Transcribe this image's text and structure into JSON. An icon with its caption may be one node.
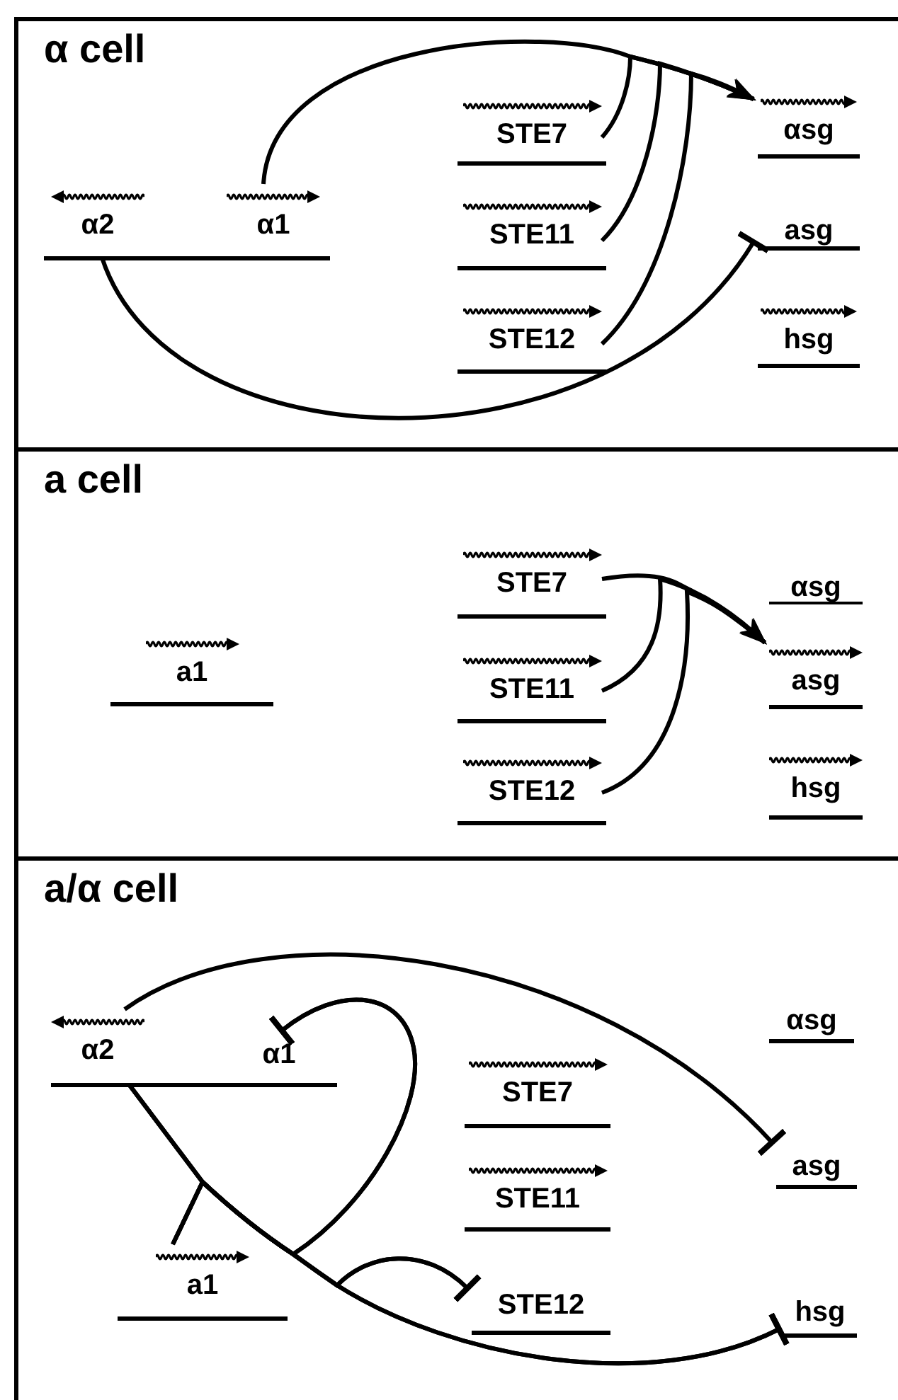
{
  "diagram": {
    "nodes": [
      {
        "text": [
          "α cell"
        ]
      },
      {
        "text": [
          "α2"
        ],
        "in": 0
      },
      {
        "text": [
          "α1"
        ],
        "in": 0
      },
      {
        "text": [
          "STE7"
        ],
        "in": 0
      },
      {
        "text": [
          "STE11"
        ],
        "in": 0
      },
      {
        "text": [
          "STE12"
        ],
        "in": 0
      },
      {
        "text": [
          "αsg"
        ],
        "in": 0
      },
      {
        "text": [
          "asg"
        ],
        "in": 0
      },
      {
        "text": [
          "hsg"
        ],
        "in": 0
      },
      {
        "text": [
          "a cell"
        ]
      },
      {
        "text": [
          "a1"
        ],
        "in": 9
      },
      {
        "text": [
          "STE7"
        ],
        "in": 9
      },
      {
        "text": [
          "STE11"
        ],
        "in": 9
      },
      {
        "text": [
          "STE12"
        ],
        "in": 9
      },
      {
        "text": [
          "αsg"
        ],
        "in": 9
      },
      {
        "text": [
          "asg"
        ],
        "in": 9
      },
      {
        "text": [
          "hsg"
        ],
        "in": 9
      },
      {
        "text": [
          "a/α cell"
        ]
      },
      {
        "text": [
          "α2"
        ],
        "in": 17
      },
      {
        "text": [
          "α1"
        ],
        "in": 17
      },
      {
        "text": [
          "a1"
        ],
        "in": 17
      },
      {
        "text": [
          "STE7"
        ],
        "in": 17
      },
      {
        "text": [
          "STE11"
        ],
        "in": 17
      },
      {
        "text": [
          "STE12"
        ],
        "in": 17
      },
      {
        "text": [
          "αsg"
        ],
        "in": 17
      },
      {
        "text": [
          "asg"
        ],
        "in": 17
      },
      {
        "text": [
          "hsg"
        ],
        "in": 17
      }
    ],
    "edges": [
      {
        "from": 2,
        "to": 6,
        "arrow": "to"
      },
      {
        "from": 3,
        "to": 6,
        "arrow": "to"
      },
      {
        "from": 4,
        "to": 6,
        "arrow": "to"
      },
      {
        "from": 5,
        "to": 6,
        "arrow": "to"
      },
      {
        "from": 1,
        "to": 7,
        "arrow": "other"
      },
      {
        "from": 11,
        "to": 15,
        "arrow": "to"
      },
      {
        "from": 12,
        "to": 15,
        "arrow": "to"
      },
      {
        "from": 13,
        "to": 15,
        "arrow": "to"
      },
      {
        "from": 18,
        "to": 25,
        "arrow": "other"
      },
      {
        "from": 18,
        "to": 19,
        "arrow": "other"
      },
      {
        "from": 20,
        "to": 19,
        "arrow": "other"
      },
      {
        "from": 18,
        "to": 23,
        "arrow": "other"
      },
      {
        "from": 20,
        "to": 23,
        "arrow": "other"
      },
      {
        "from": 18,
        "to": 26,
        "arrow": "other"
      },
      {
        "from": 20,
        "to": 26,
        "arrow": "other"
      }
    ]
  }
}
